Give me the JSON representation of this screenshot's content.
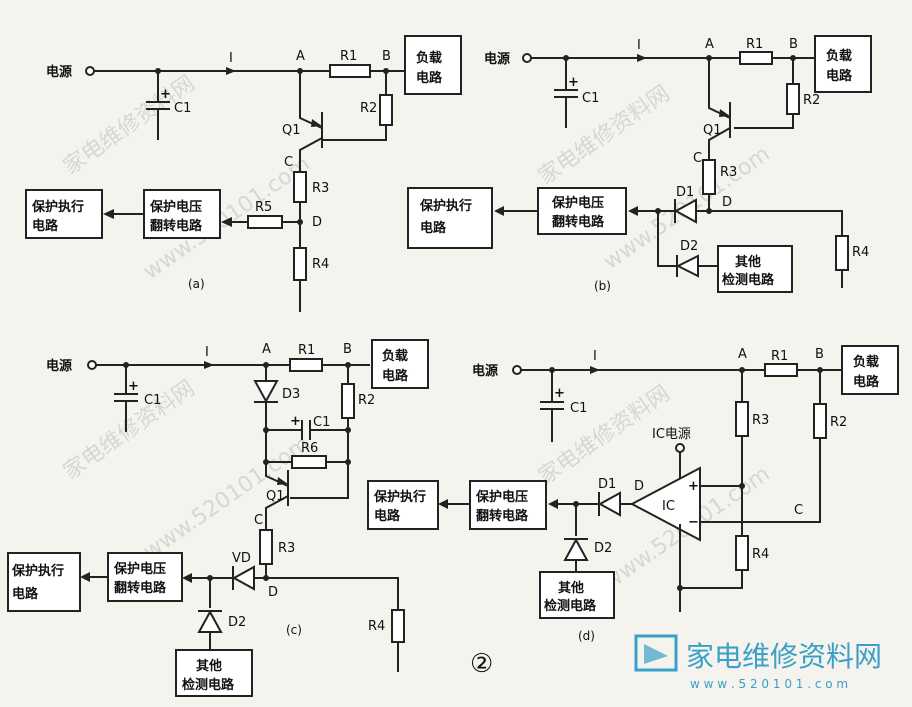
{
  "a": {
    "power": "电源",
    "current": "I",
    "cap": "C1",
    "plus": "+",
    "nodeA": "A",
    "nodeB": "B",
    "nodeC": "C",
    "nodeD": "D",
    "r1": "R1",
    "r2": "R2",
    "r3": "R3",
    "r4": "R4",
    "r5": "R5",
    "q1": "Q1",
    "load1": "负载",
    "load2": "电路",
    "flip1": "保护电压",
    "flip2": "翻转电路",
    "exec1": "保护执行",
    "exec2": "电路",
    "caption": "(a)"
  },
  "b": {
    "power": "电源",
    "current": "I",
    "cap": "C1",
    "plus": "+",
    "nodeA": "A",
    "nodeB": "B",
    "nodeC": "C",
    "nodeD": "D",
    "r1": "R1",
    "r2": "R2",
    "r3": "R3",
    "r4": "R4",
    "q1": "Q1",
    "d1": "D1",
    "d2": "D2",
    "load1": "负载",
    "load2": "电路",
    "flip1": "保护电压",
    "flip2": "翻转电路",
    "exec1": "保护执行",
    "exec2": "电路",
    "other1": "其他",
    "other2": "检测电路",
    "caption": "(b)"
  },
  "c": {
    "power": "电源",
    "current": "I",
    "cap": "C1",
    "capc": "C1",
    "plus": "+",
    "nodeA": "A",
    "nodeB": "B",
    "nodeC": "C",
    "nodeD": "D",
    "r1": "R1",
    "r2": "R2",
    "r3": "R3",
    "r4": "R4",
    "r6": "R6",
    "q1": "Q1",
    "d2": "D2",
    "d3": "D3",
    "vd": "VD",
    "load1": "负载",
    "load2": "电路",
    "flip1": "保护电压",
    "flip2": "翻转电路",
    "exec1": "保护执行",
    "exec2": "电路",
    "other1": "其他",
    "other2": "检测电路",
    "caption": "(c)"
  },
  "d": {
    "power": "电源",
    "current": "I",
    "cap": "C1",
    "plus": "+",
    "nodeA": "A",
    "nodeB": "B",
    "nodeC": "C",
    "nodeD": "D",
    "r1": "R1",
    "r2": "R2",
    "r3": "R3",
    "r4": "R4",
    "d1": "D1",
    "d2": "D2",
    "ic": "IC",
    "icpower": "IC电源",
    "inplus": "+",
    "inminus": "−",
    "load1": "负载",
    "load2": "电路",
    "flip1": "保护电压",
    "flip2": "翻转电路",
    "exec1": "保护执行",
    "exec2": "电路",
    "other1": "其他",
    "other2": "检测电路",
    "caption": "(d)"
  },
  "figure_number": "②",
  "watermark": {
    "site_cn": "家电维修资料网",
    "site_url": "www.520101.com",
    "logo": "家电维修资料网",
    "logo_url": "w w w . 5 2 0 1 0 1 . c o m"
  }
}
